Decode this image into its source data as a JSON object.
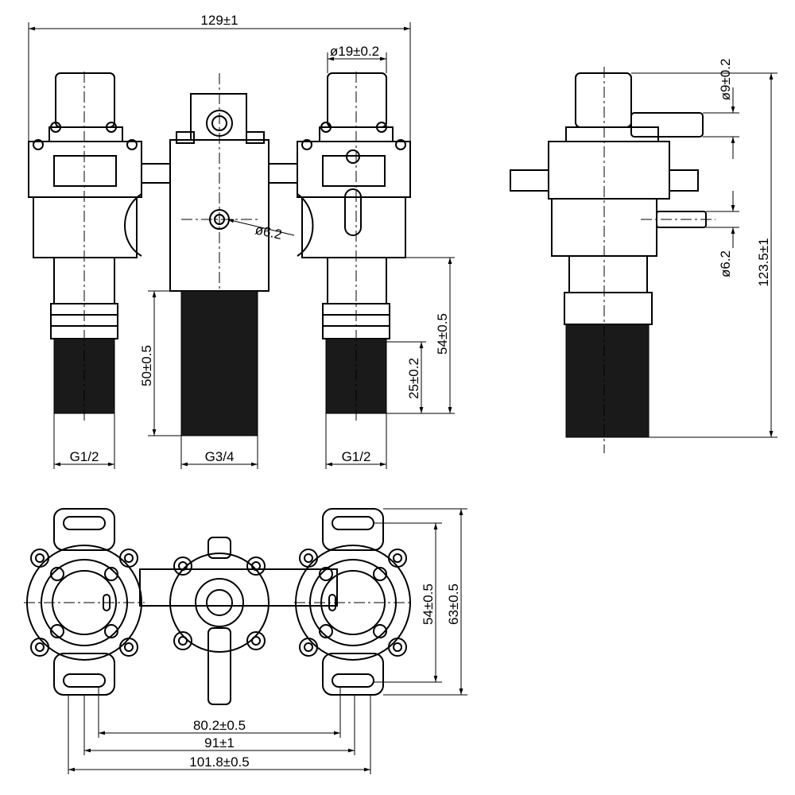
{
  "drawing": {
    "front_view": {
      "overall_width": "129±1",
      "top_diameter": "ø19±0.2",
      "hole_diameter": "ø6.2",
      "center_thread_length": "50±0.5",
      "side_inlet_length": "54±0.5",
      "thread_length": "25±0.2",
      "left_thread": "G1/2",
      "center_thread": "G3/4",
      "right_thread": "G1/2"
    },
    "side_view": {
      "pin_diameter": "ø9±0.2",
      "hole_diameter": "ø6.2",
      "overall_height": "123.5±1"
    },
    "top_view": {
      "inner_span": "54±0.5",
      "outer_span": "63±0.5",
      "spacing_1": "80.2±0.5",
      "spacing_2": "91±1",
      "spacing_3": "101.8±0.5"
    }
  }
}
